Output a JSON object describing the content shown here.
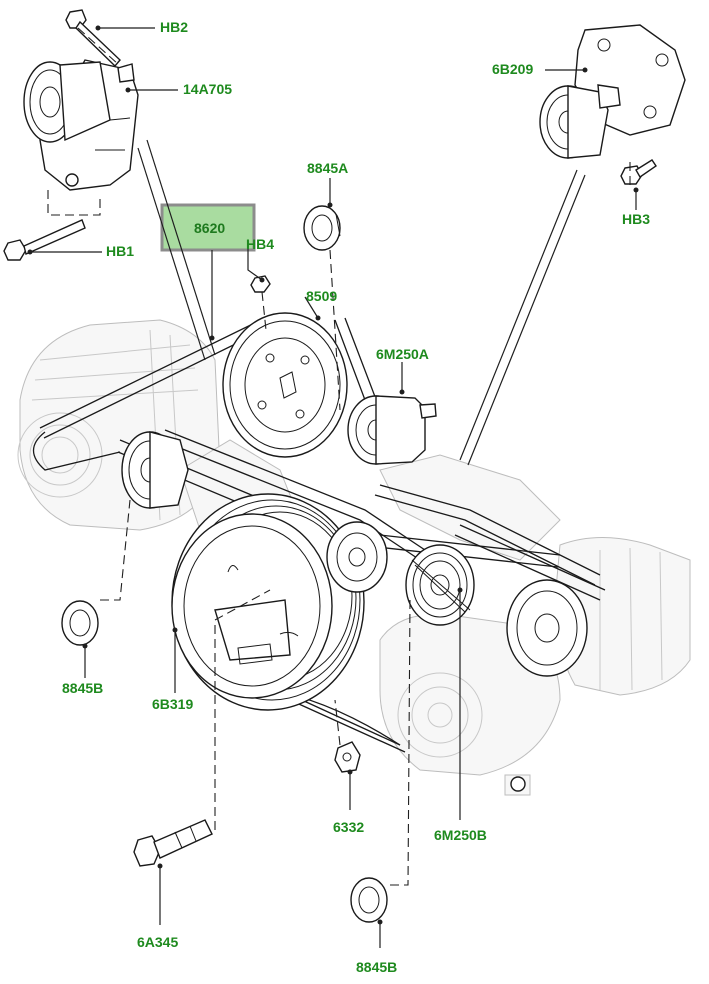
{
  "labels": {
    "hb2": "HB2",
    "p14a705": "14A705",
    "hb1": "HB1",
    "p8620": "8620",
    "hb4": "HB4",
    "p8845a": "8845A",
    "p8509": "8509",
    "p6b209": "6B209",
    "hb3": "HB3",
    "p6m250a": "6M250A",
    "p8845b_left": "8845B",
    "p6b319": "6B319",
    "p6332": "6332",
    "p6m250b": "6M250B",
    "p6a345": "6A345",
    "p8845b_bottom": "8845B"
  },
  "colors": {
    "label": "#1e8a1e",
    "highlight_fill": "#a9dca0",
    "highlight_border": "#8c8c8c",
    "line": "#1f1f1f"
  }
}
